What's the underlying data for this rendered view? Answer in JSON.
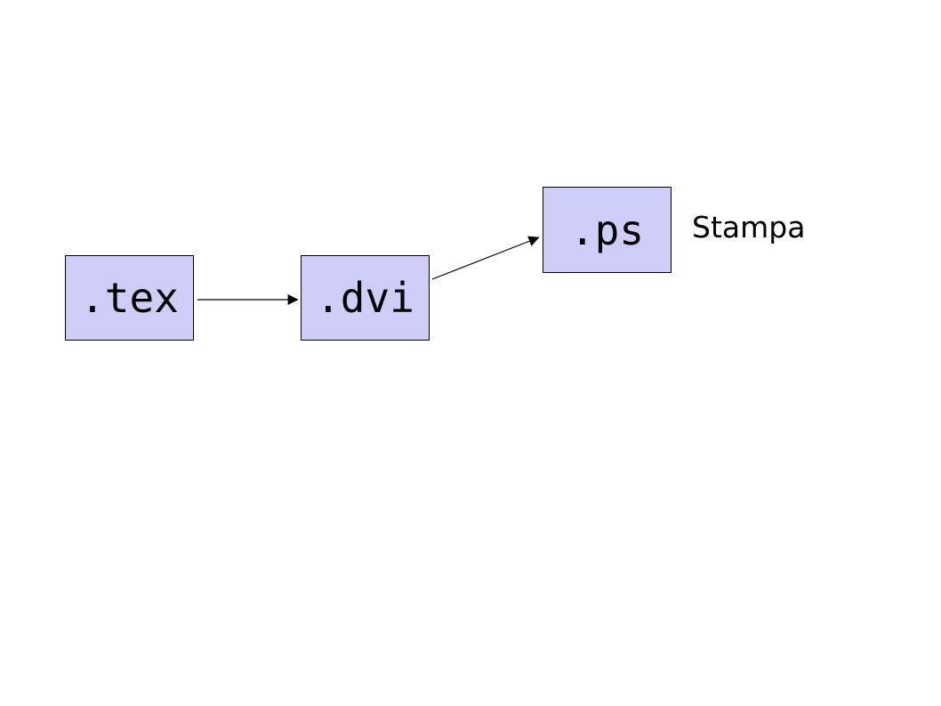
{
  "diagram": {
    "title_semantic": "latex-workflow-diagram",
    "background_color": "#ffffff",
    "node_fill_color": "#cdcdf8",
    "node_border_color": "#000000",
    "arrow_color": "#000000",
    "nodes": [
      {
        "id": "tex",
        "label": ".tex"
      },
      {
        "id": "dvi",
        "label": ".dvi"
      },
      {
        "id": "ps",
        "label": ".ps"
      }
    ],
    "edges": [
      {
        "from": "tex",
        "to": "dvi",
        "style": "solid-arrow"
      },
      {
        "from": "dvi",
        "to": "ps",
        "style": "solid-arrow"
      }
    ],
    "annotations": [
      {
        "text": "Stampa",
        "attached_to": "ps"
      }
    ]
  }
}
